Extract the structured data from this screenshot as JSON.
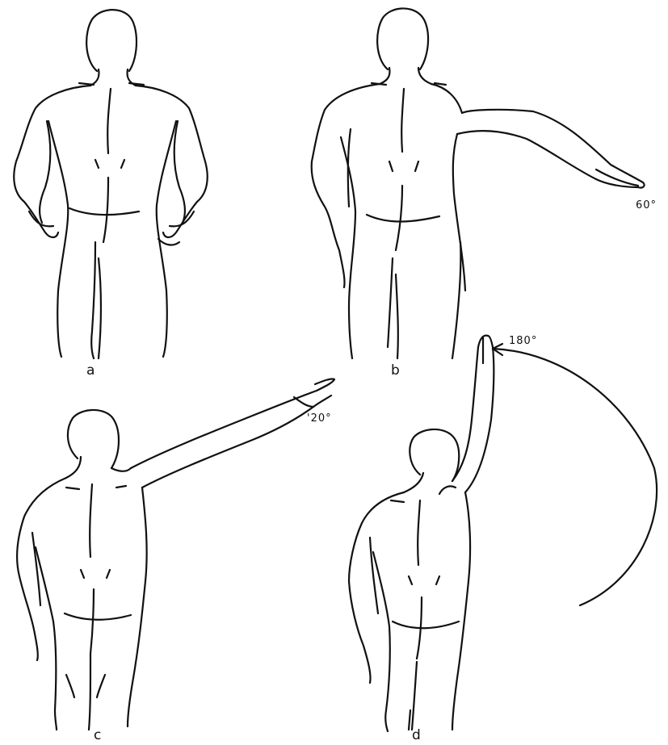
{
  "panels": [
    {
      "id": "a",
      "label": "a",
      "abduction_angle": ""
    },
    {
      "id": "b",
      "label": "b",
      "abduction_angle": "60°"
    },
    {
      "id": "c",
      "label": "c",
      "abduction_angle": "'20°"
    },
    {
      "id": "d",
      "label": "d",
      "abduction_angle": "180°"
    }
  ],
  "colors": {
    "ink": "#111111",
    "paper": "#ffffff"
  }
}
